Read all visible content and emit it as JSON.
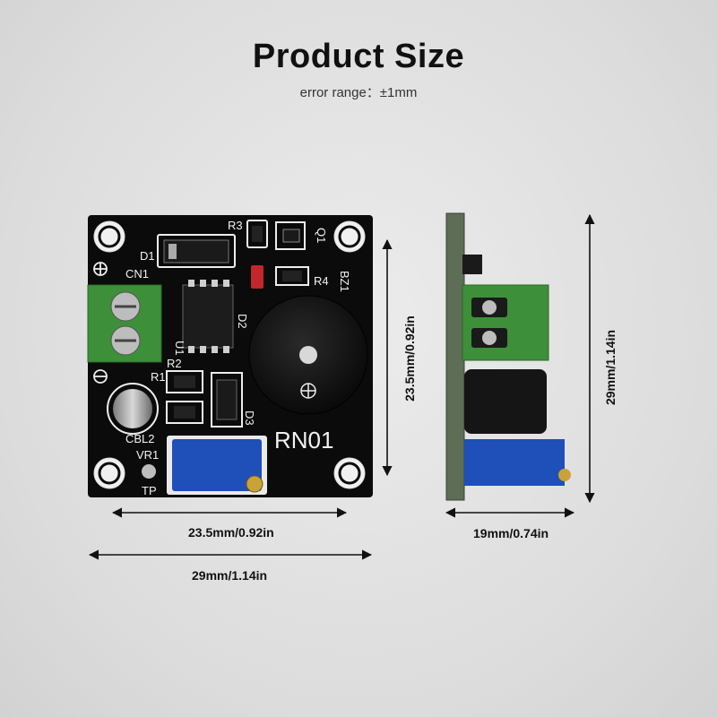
{
  "header": {
    "title": "Product Size",
    "subtitle": "error range：±1mm"
  },
  "dimensions": {
    "front_width": "23.5mm/0.92in",
    "front_height": "23.5mm/0.92in",
    "overall_width": "29mm/1.14in",
    "side_height": "29mm/1.14in",
    "side_depth": "19mm/0.74in"
  },
  "board_labels": {
    "model": "RN01",
    "r3": "R3",
    "q1": "Q1",
    "d1": "D1",
    "cn1": "CN1",
    "bz1": "BZ1",
    "r4": "R4",
    "d2": "D2",
    "u1": "U1",
    "r1": "R1",
    "r2": "R2",
    "d3": "D3",
    "cbl2": "CBL2",
    "vr1": "VR1",
    "tp": "TP"
  },
  "colors": {
    "pcb": "#0b0b0b",
    "terminal": "#3d8f3a",
    "pot": "#1f4fb8",
    "silk": "#f2f2f2"
  }
}
